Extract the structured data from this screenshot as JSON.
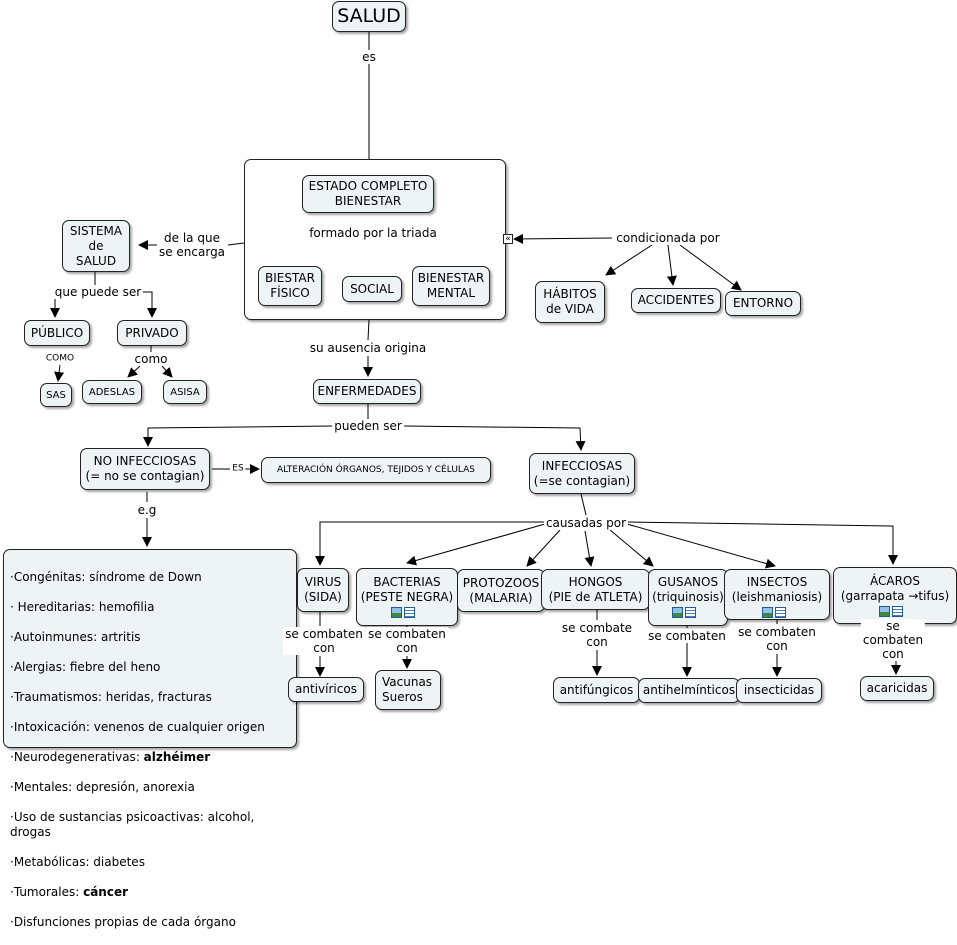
{
  "nodes": {
    "salud": "SALUD",
    "estado": "ESTADO COMPLETO\nBIENESTAR",
    "fisico": "BIESTAR\nFÍSICO",
    "social": "SOCIAL",
    "mental": "BIENESTAR\nMENTAL",
    "sistema": "SISTEMA\nde\nSALUD",
    "publico": "PÚBLICO",
    "privado": "PRIVADO",
    "sas": "SAS",
    "adeslas": "ADESLAS",
    "asisa": "ASISA",
    "habitos": "HÁBITOS\nde VIDA",
    "accidentes": "ACCIDENTES",
    "entorno": "ENTORNO",
    "enfermedades": "ENFERMEDADES",
    "no_infecciosas": "NO INFECCIOSAS\n(= no se contagian)",
    "alteracion": "ALTERACIÓN ÓRGANOS, TEJIDOS Y CÉLULAS",
    "infecciosas": "INFECCIOSAS\n(=se contagian)",
    "virus": "VIRUS\n(SIDA)",
    "bacterias": "BACTERIAS\n(PESTE NEGRA)",
    "protozoos": "PROTOZOOS\n(MALARIA)",
    "hongos": "HONGOS\n(PIE de ATLETA)",
    "gusanos": "GUSANOS\n(triquinosis)",
    "insectos": "INSECTOS\n(leishmaniosis)",
    "acaros": "ÁCAROS\n(garrapata →tifus)",
    "antivirico": "antivíricos",
    "vacunas": "Vacunas\nSueros",
    "antifungicos": "antifúngicos",
    "antihelminticos": "antihelmínticos",
    "insecticidas": "insecticidas",
    "acaricidas": "acaricidas"
  },
  "list_items": [
    {
      "text": "·Congénitas: síndrome de Down",
      "bold": ""
    },
    {
      "text": "· Hereditarias: hemofilia",
      "bold": ""
    },
    {
      "text": "·Autoinmunes: artritis",
      "bold": ""
    },
    {
      "text": "·Alergias: fiebre del heno",
      "bold": ""
    },
    {
      "text": "·Traumatismos: heridas, fracturas",
      "bold": ""
    },
    {
      "text": "·Intoxicación: venenos de cualquier origen",
      "bold": ""
    },
    {
      "text": "·Neurodegenerativas: ",
      "bold": "alzhéimer"
    },
    {
      "text": "·Mentales: depresión, anorexia",
      "bold": ""
    },
    {
      "text": "·Uso de sustancias psicoactivas: alcohol, drogas",
      "bold": ""
    },
    {
      "text": "·Metabólicas: diabetes",
      "bold": ""
    },
    {
      "text": "·Tumorales: ",
      "bold": "cáncer"
    },
    {
      "text": "·Disfunciones propias de cada órgano",
      "bold": ""
    }
  ],
  "links": {
    "es": "es",
    "formado": "formado por la triada",
    "de_la_que": "de la que\nse encarga",
    "condicionada": "condicionada por",
    "que_puede_ser": "que puede ser",
    "como_upper": "COMO",
    "como": "como",
    "su_ausencia": "su ausencia origina",
    "pueden_ser": "pueden ser",
    "es_upper": "ES",
    "eg": "e.g",
    "causadas": "causadas por",
    "combaten_virus": "se combaten\ncon",
    "combaten_bacterias": "se combaten\ncon",
    "combate_hongos": "se combate\ncon",
    "combaten_gusanos": "se combaten",
    "combaten_insectos": "se combaten\ncon",
    "combaten_acaros": "se combaten\ncon"
  },
  "colors": {
    "node_fill": "#eef3f6",
    "border": "#222222",
    "icon_blue": "#1f5c99"
  },
  "icons": [
    "image-resource-icon",
    "document-resource-icon",
    "expand-collapse-icon"
  ]
}
